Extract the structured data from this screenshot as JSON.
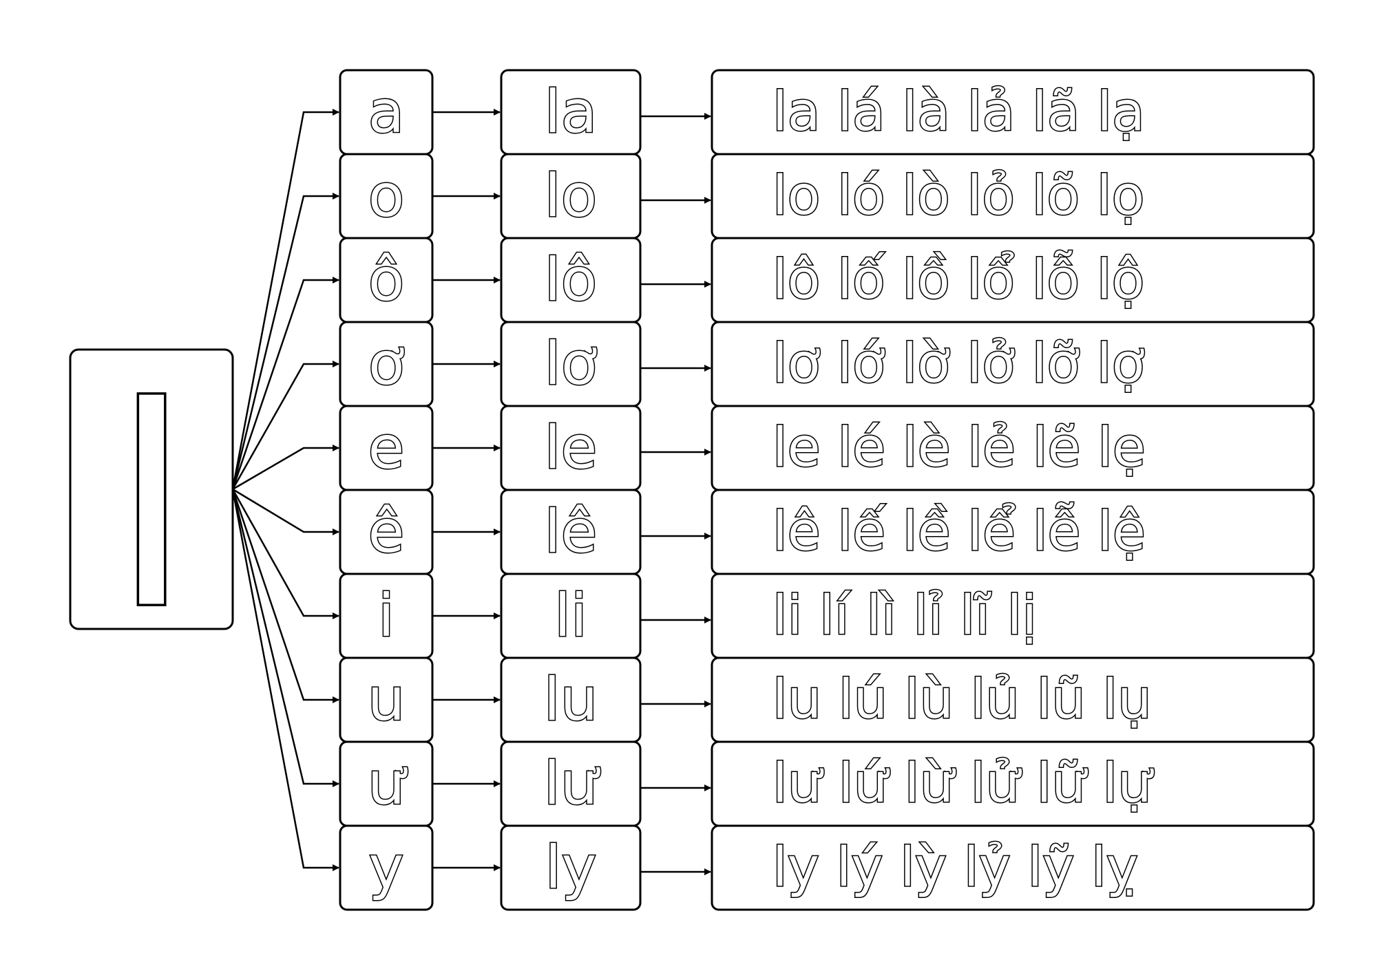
{
  "root": {
    "letter": "l"
  },
  "rows": [
    {
      "vowel": "a",
      "syllable": "la",
      "tones": "la lá là lả lã lạ"
    },
    {
      "vowel": "o",
      "syllable": "lo",
      "tones": "lo ló lò lỏ lõ lọ"
    },
    {
      "vowel": "ô",
      "syllable": "lô",
      "tones": "lô lố lồ lổ lỗ lộ"
    },
    {
      "vowel": "ơ",
      "syllable": "lơ",
      "tones": "lơ lớ lờ lở lỡ lợ"
    },
    {
      "vowel": "e",
      "syllable": "le",
      "tones": "le lé lè lẻ lẽ lẹ"
    },
    {
      "vowel": "ê",
      "syllable": "lê",
      "tones": "lê lế lề lể lễ lệ"
    },
    {
      "vowel": "i",
      "syllable": "li",
      "tones": "li lí lì lỉ lĩ lị"
    },
    {
      "vowel": "u",
      "syllable": "lu",
      "tones": "lu lú lù lủ lũ lụ"
    },
    {
      "vowel": "ư",
      "syllable": "lư",
      "tones": "lư lứ lừ lử lữ lự"
    },
    {
      "vowel": "y",
      "syllable": "ly",
      "tones": "ly lý lỳ lỷ lỹ lỵ"
    }
  ]
}
